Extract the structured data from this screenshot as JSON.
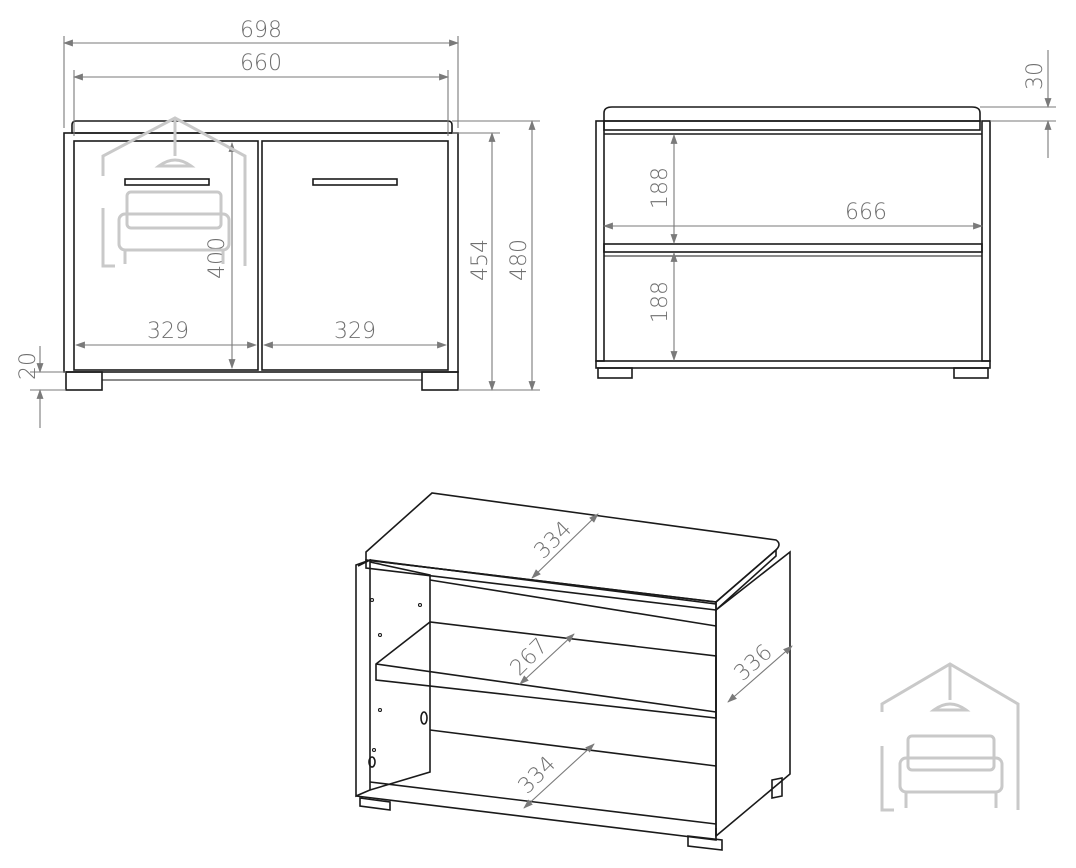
{
  "front_view": {
    "width_overall": "698",
    "width_inner": "660",
    "door_width_left": "329",
    "door_width_right": "329",
    "door_height": "400",
    "body_height": "454",
    "total_height": "480",
    "foot_height": "20"
  },
  "side_view": {
    "top_thickness": "30",
    "compartment_upper": "188",
    "compartment_lower": "188",
    "inner_width": "666"
  },
  "iso_view": {
    "top_depth": "334",
    "shelf_depth": "267",
    "bottom_depth": "334",
    "side_depth": "336"
  },
  "colors": {
    "line": "#1a1a1a",
    "dimension": "#7a7a7a",
    "watermark": "#c9c9c9"
  },
  "icons": [
    "house-sofa-logo-icon"
  ]
}
